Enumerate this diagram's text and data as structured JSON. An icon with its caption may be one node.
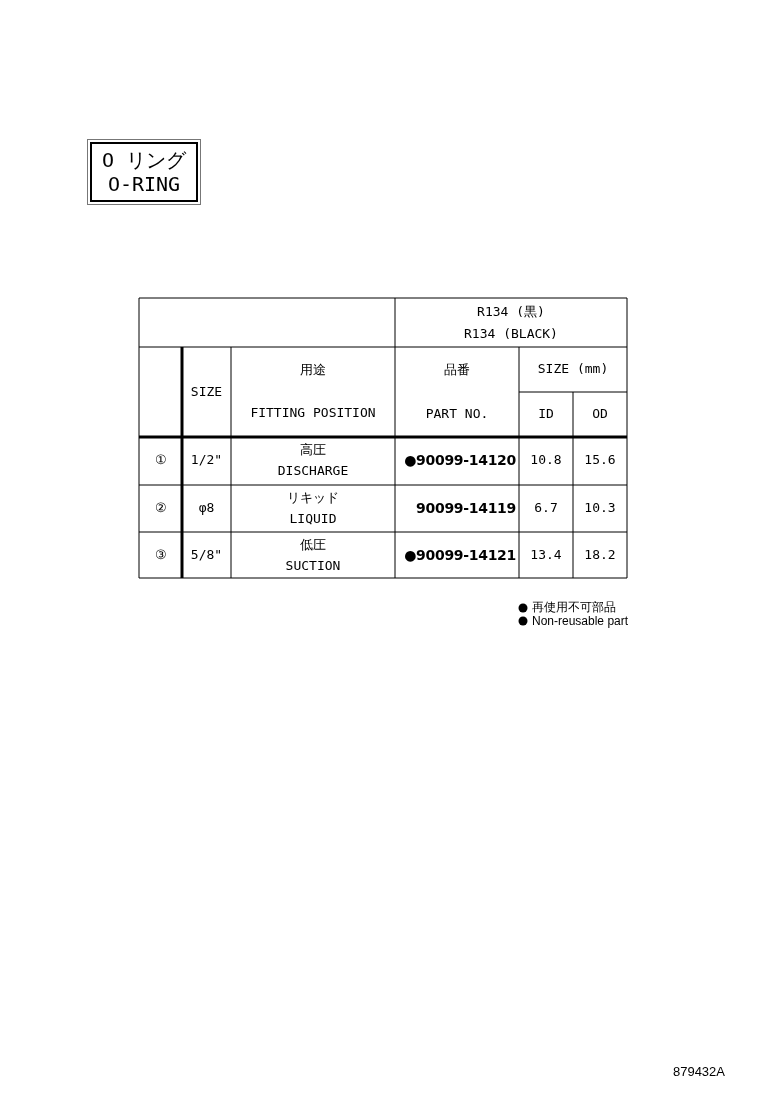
{
  "diagram": {
    "nodes": [
      {
        "text": [
          "O リング",
          "O-RING"
        ]
      }
    ],
    "labels": [
      "R134 (黒)",
      "R134 (BLACK)",
      "SIZE",
      "用途",
      "FITTING POSITION",
      "品番",
      "PART NO.",
      "SIZE (mm)",
      "ID",
      "OD",
      "①",
      "1/2\"",
      "高圧",
      "DISCHARGE",
      "●90099-14120",
      "10.8",
      "15.6",
      "②",
      "φ8",
      "リキッド",
      "LIQUID",
      "90099-14119",
      "6.7",
      "10.3",
      "③",
      "5/8\"",
      "低圧",
      "SUCTION",
      "●90099-14121",
      "13.4",
      "18.2",
      "879432A"
    ],
    "legend": [
      {
        "text": "再使用不可部品"
      },
      {
        "text": "Non-reusable part"
      }
    ]
  }
}
